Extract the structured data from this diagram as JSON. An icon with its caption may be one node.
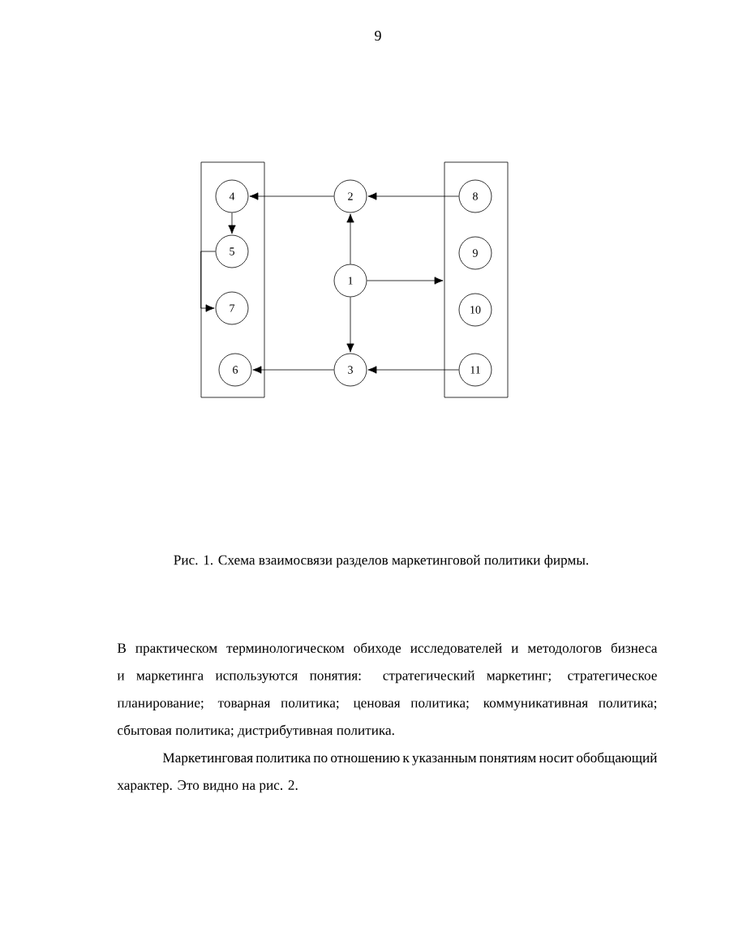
{
  "diagram": {
    "caption": "Рис. 1. Схема взаимосвязи разделов маркетинговой политики фирмы.",
    "nodes": [
      {
        "text": [],
        "shape": "box"
      },
      {
        "text": [
          "4"
        ],
        "in": 0
      },
      {
        "text": [
          "5"
        ],
        "in": 0
      },
      {
        "text": [
          "7"
        ],
        "in": 0
      },
      {
        "text": [
          "6"
        ],
        "in": 0
      },
      {
        "text": [
          "2"
        ]
      },
      {
        "text": [
          "1"
        ]
      },
      {
        "text": [
          "3"
        ]
      },
      {
        "text": [],
        "shape": "box"
      },
      {
        "text": [
          "8"
        ],
        "in": 8
      },
      {
        "text": [
          "9"
        ],
        "in": 8
      },
      {
        "text": [
          "10"
        ],
        "in": 8
      },
      {
        "text": [
          "11"
        ],
        "in": 8
      }
    ],
    "edges": [
      {
        "from": 5,
        "to": 1,
        "arrow": "to"
      },
      {
        "from": 9,
        "to": 5,
        "arrow": "to"
      },
      {
        "from": 6,
        "to": 5,
        "arrow": "to"
      },
      {
        "from": 6,
        "to": 8,
        "arrow": "to"
      },
      {
        "from": 6,
        "to": 7,
        "arrow": "to"
      },
      {
        "from": 7,
        "to": 4,
        "arrow": "to"
      },
      {
        "from": 12,
        "to": 7,
        "arrow": "to"
      },
      {
        "from": 1,
        "to": 2,
        "arrow": "to"
      },
      {
        "from": 2,
        "to": 3,
        "arrow": "to"
      }
    ],
    "labels": [
      "9",
      "В практическом терминологическом обиходе исследователей и методологов бизнеса и маркетинга используются понятия: стратегический маркетинг; стратегическое планирование; товарная политика; ценовая политика; коммуникативная политика; сбытовая политика; дистрибутивная политика.",
      "Маркетинговая политика по отношению к указанным понятиям носит обобщающий характер. Это видно на рис. 2."
    ]
  }
}
